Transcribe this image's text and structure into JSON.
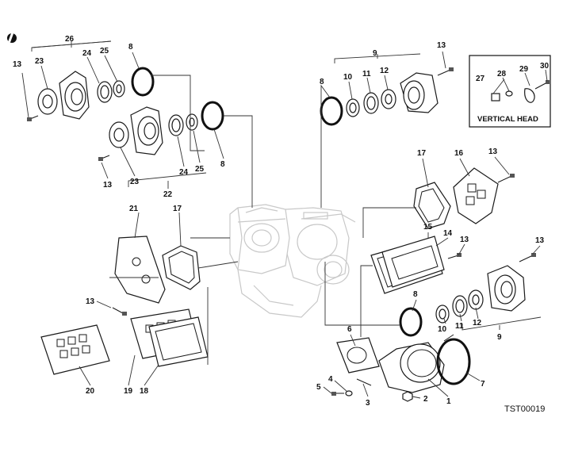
{
  "diagram": {
    "reference": "TST00019",
    "inset_title": "VERTICAL HEAD",
    "callouts": {
      "c1": "1",
      "c2": "2",
      "c3": "3",
      "c4": "4",
      "c5": "5",
      "c6": "6",
      "c7": "7",
      "c8a": "8",
      "c8b": "8",
      "c8c": "8",
      "c8d": "8",
      "c9a": "9",
      "c9b": "9",
      "c10a": "10",
      "c10b": "10",
      "c11a": "11",
      "c11b": "11",
      "c12a": "12",
      "c12b": "12",
      "c13a": "13",
      "c13b": "13",
      "c13c": "13",
      "c13d": "13",
      "c13e": "13",
      "c13f": "13",
      "c13g": "13",
      "c14": "14",
      "c15": "15",
      "c16": "16",
      "c17a": "17",
      "c17b": "17",
      "c18": "18",
      "c19": "19",
      "c20": "20",
      "c21": "21",
      "c22": "22",
      "c23a": "23",
      "c23b": "23",
      "c24a": "24",
      "c24b": "24",
      "c25a": "25",
      "c25b": "25",
      "c26": "26",
      "c27": "27",
      "c28": "28",
      "c29": "29",
      "c30": "30"
    }
  }
}
